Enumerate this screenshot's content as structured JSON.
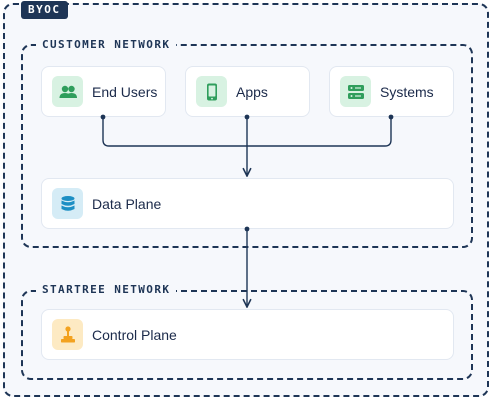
{
  "groups": {
    "byoc": {
      "label": "BYOC"
    },
    "customer_network": {
      "label": "CUSTOMER NETWORK"
    },
    "startree_network": {
      "label": "STARTREE NETWORK"
    }
  },
  "nodes": {
    "end_users": {
      "label": "End Users",
      "icon": "users-icon"
    },
    "apps": {
      "label": "Apps",
      "icon": "mobile-app-icon"
    },
    "systems": {
      "label": "Systems",
      "icon": "server-icon"
    },
    "data_plane": {
      "label": "Data Plane",
      "icon": "database-icon"
    },
    "control_plane": {
      "label": "Control Plane",
      "icon": "joystick-icon"
    }
  },
  "colors": {
    "frame": "#1e3556",
    "background": "#f6f8fc",
    "icon_green": "#2f9e5c",
    "icon_blue": "#1d8fc4",
    "icon_orange": "#f3a21f",
    "connector": "#1e3556"
  }
}
